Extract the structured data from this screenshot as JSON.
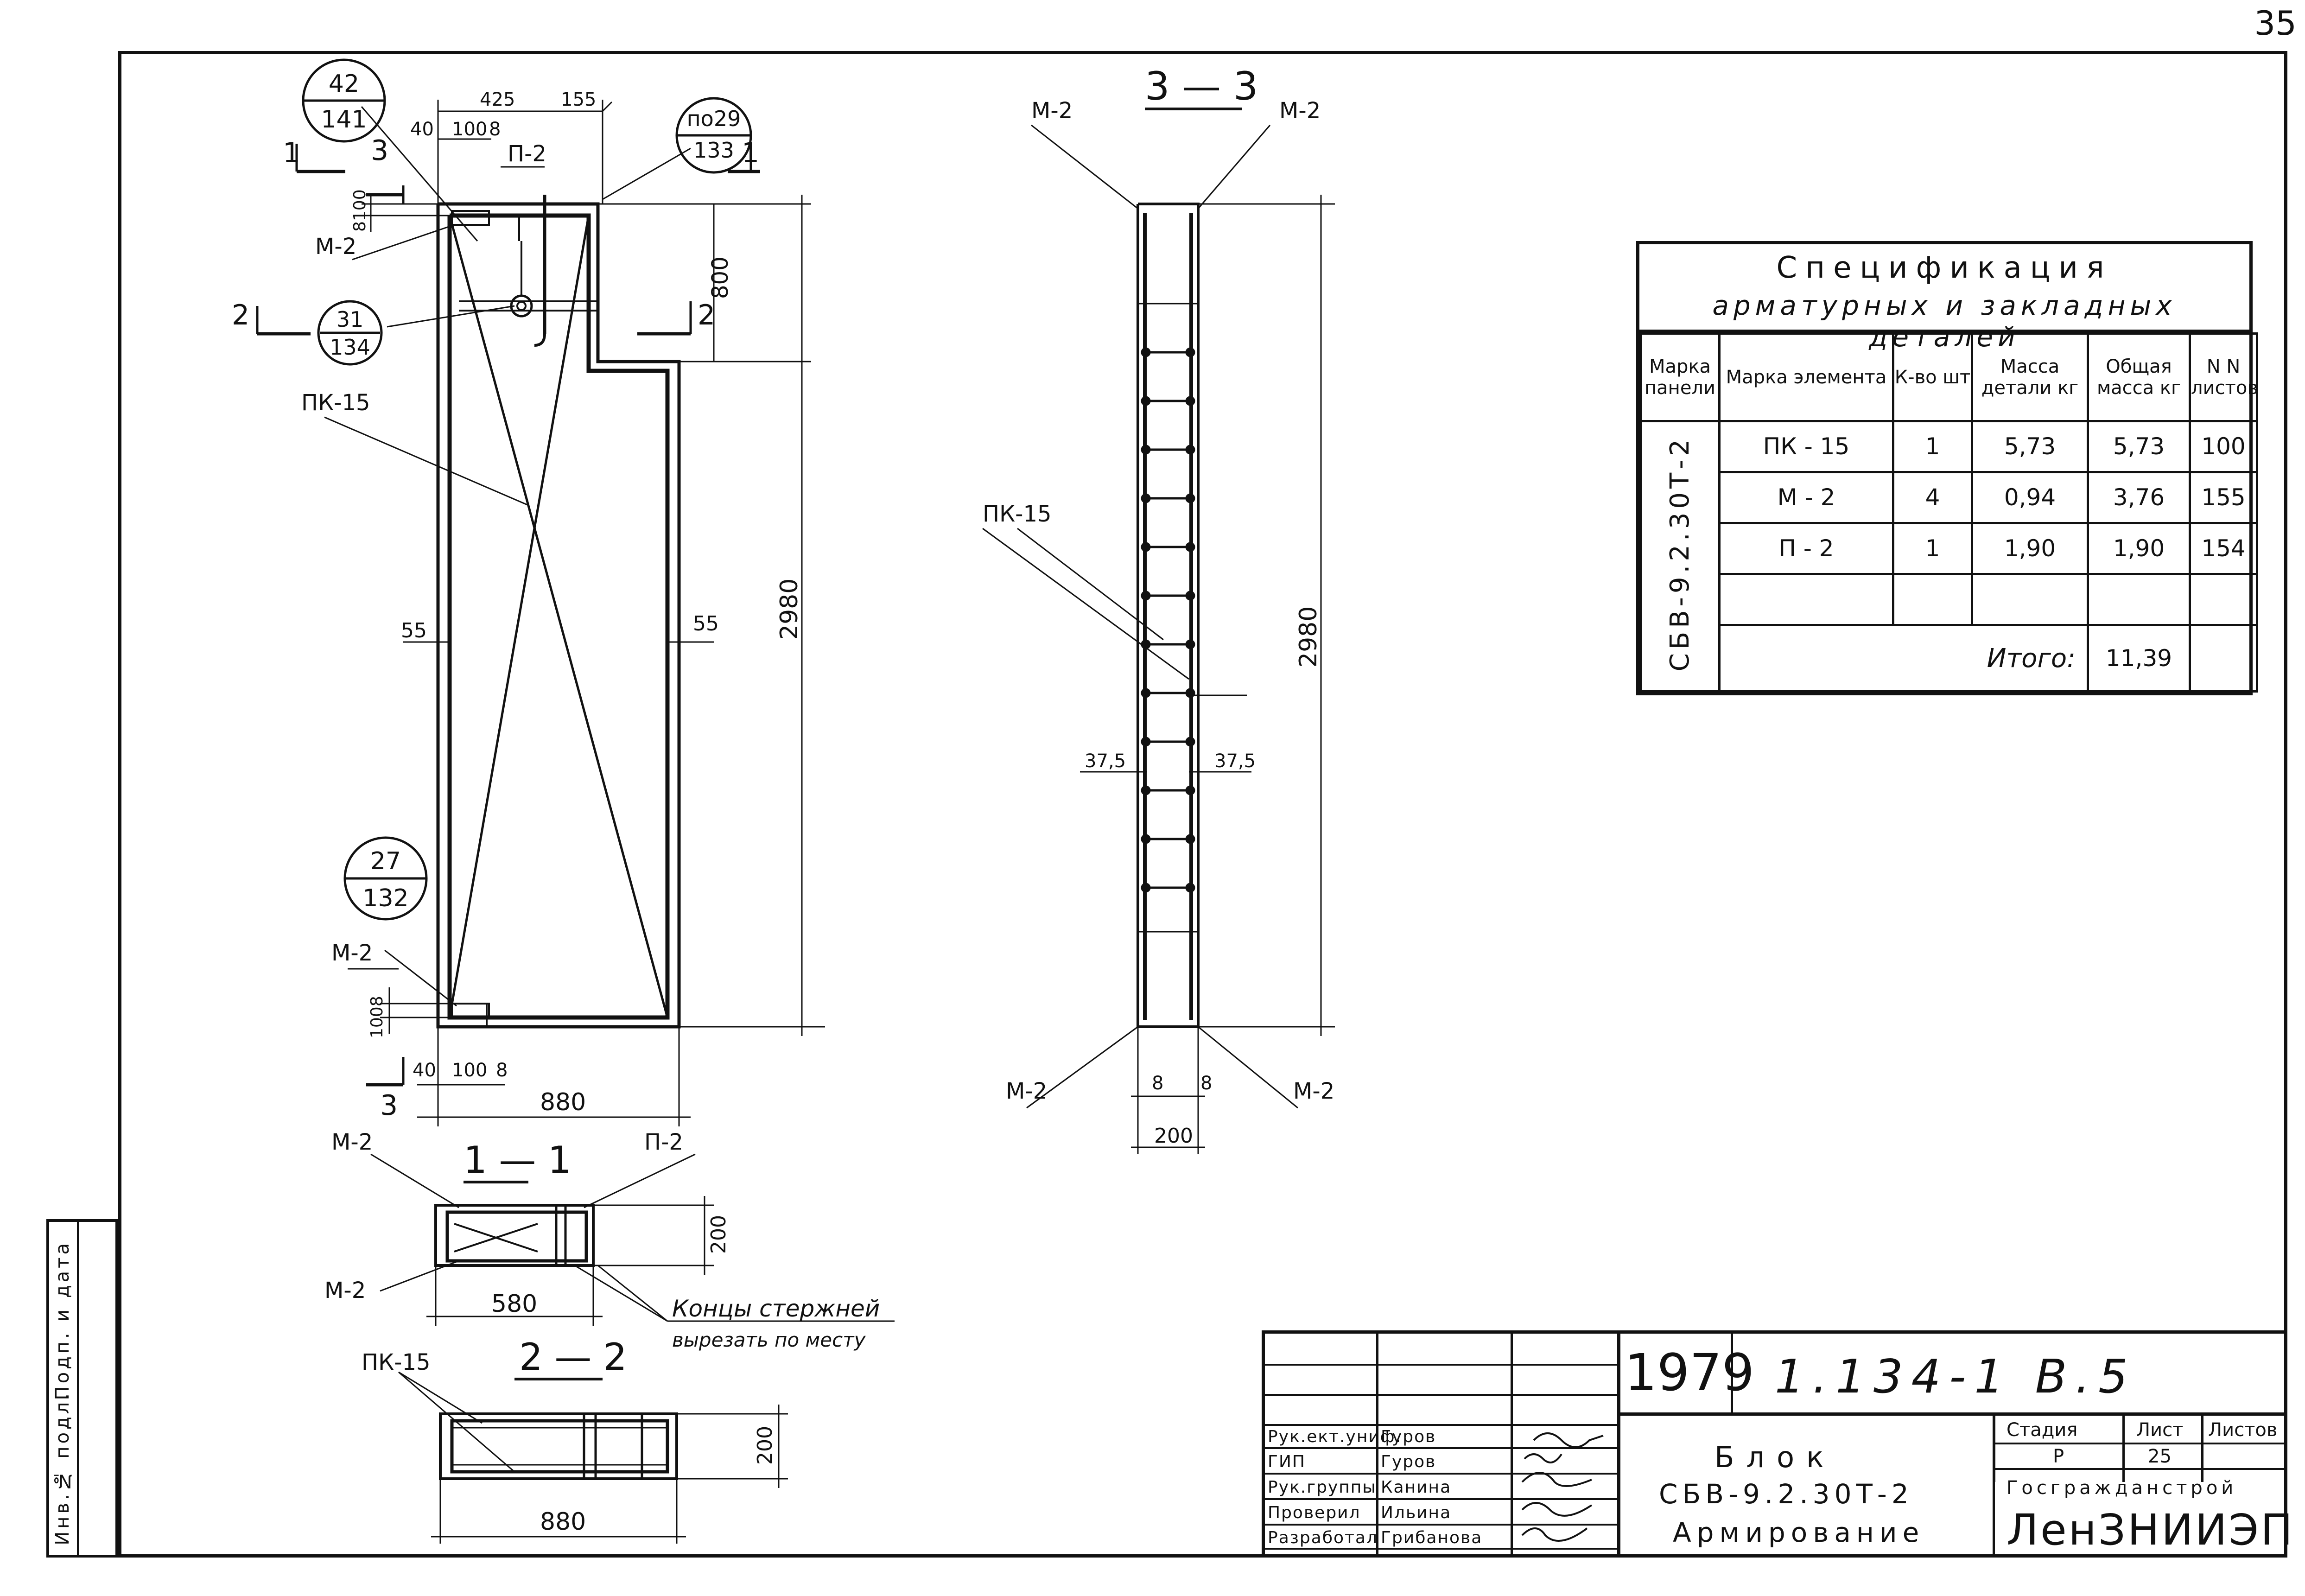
{
  "page_number": "35",
  "drawing": {
    "main_view": {
      "callouts": [
        {
          "num": "42",
          "den": "141"
        },
        {
          "num": "по29",
          "den": "133"
        },
        {
          "num": "31",
          "den": "134"
        },
        {
          "num": "27",
          "den": "132"
        }
      ],
      "dims": {
        "d425": "425",
        "d155": "155",
        "d40": "40",
        "d100": "100",
        "d8": "8",
        "d8100": "8100",
        "d800": "800",
        "d2980": "2980",
        "d55": "55",
        "d880": "880",
        "d1008": "1008"
      },
      "labels": {
        "p2": "П-2",
        "m2": "М-2",
        "pk15": "ПК-15",
        "cut1": "1",
        "cut2": "2",
        "cut3": "3"
      }
    },
    "section_33": {
      "title": "3 — 3",
      "labels": {
        "m2": "М-2",
        "pk15": "ПК-15"
      },
      "dims": {
        "d375": "37,5",
        "d2980": "2980",
        "d8": "8",
        "d200": "200"
      }
    },
    "section_11": {
      "title": "1 — 1",
      "labels": {
        "m2": "М-2",
        "p2": "П-2"
      },
      "dims": {
        "d200": "200",
        "d580": "580"
      },
      "note_line1": "Концы стержней",
      "note_line2": "вырезать по месту"
    },
    "section_22": {
      "title": "2 — 2",
      "labels": {
        "pk15": "ПК-15"
      },
      "dims": {
        "d200": "200",
        "d880": "880"
      }
    }
  },
  "spec": {
    "title": "Спецификация",
    "subtitle": "арматурных и закладных деталей",
    "headers": {
      "panel": "Марка панели",
      "element": "Марка элемента",
      "qty": "К-во шт",
      "mass": "Масса детали кг",
      "total_mass": "Общая масса кг",
      "sheets": "N N листов"
    },
    "panel_mark": "СБВ-9.2.30Т-2",
    "rows": [
      {
        "element": "ПК - 15",
        "qty": "1",
        "mass": "5,73",
        "total": "5,73",
        "sheet": "100"
      },
      {
        "element": "М - 2",
        "qty": "4",
        "mass": "0,94",
        "total": "3,76",
        "sheet": "155"
      },
      {
        "element": "П - 2",
        "qty": "1",
        "mass": "1,90",
        "total": "1,90",
        "sheet": "154"
      }
    ],
    "total_label": "Итого:",
    "total_value": "11,39"
  },
  "title_block": {
    "year": "1979",
    "code": "1.134-1 В.5",
    "name_line1": "Блок",
    "name_line2": "СБВ-9.2.30Т-2",
    "name_line3": "Армирование",
    "stage_label": "Стадия",
    "sheet_label": "Лист",
    "sheets_label": "Листов",
    "stage": "Р",
    "sheet": "25",
    "org_line1": "Госгражданстрой",
    "org_line2": "ЛенЗНИИЭП",
    "roles": [
      {
        "role": "Рук.ект.униф.",
        "name": "Гуров"
      },
      {
        "role": "ГИП",
        "name": "Гуров"
      },
      {
        "role": "Рук.группы",
        "name": "Канина"
      },
      {
        "role": "Проверил",
        "name": "Ильина"
      },
      {
        "role": "Разработал",
        "name": "Грибанова"
      }
    ]
  },
  "side_strip": {
    "inv": "Инв.№ подл.",
    "sign": "Подп. и дата"
  }
}
